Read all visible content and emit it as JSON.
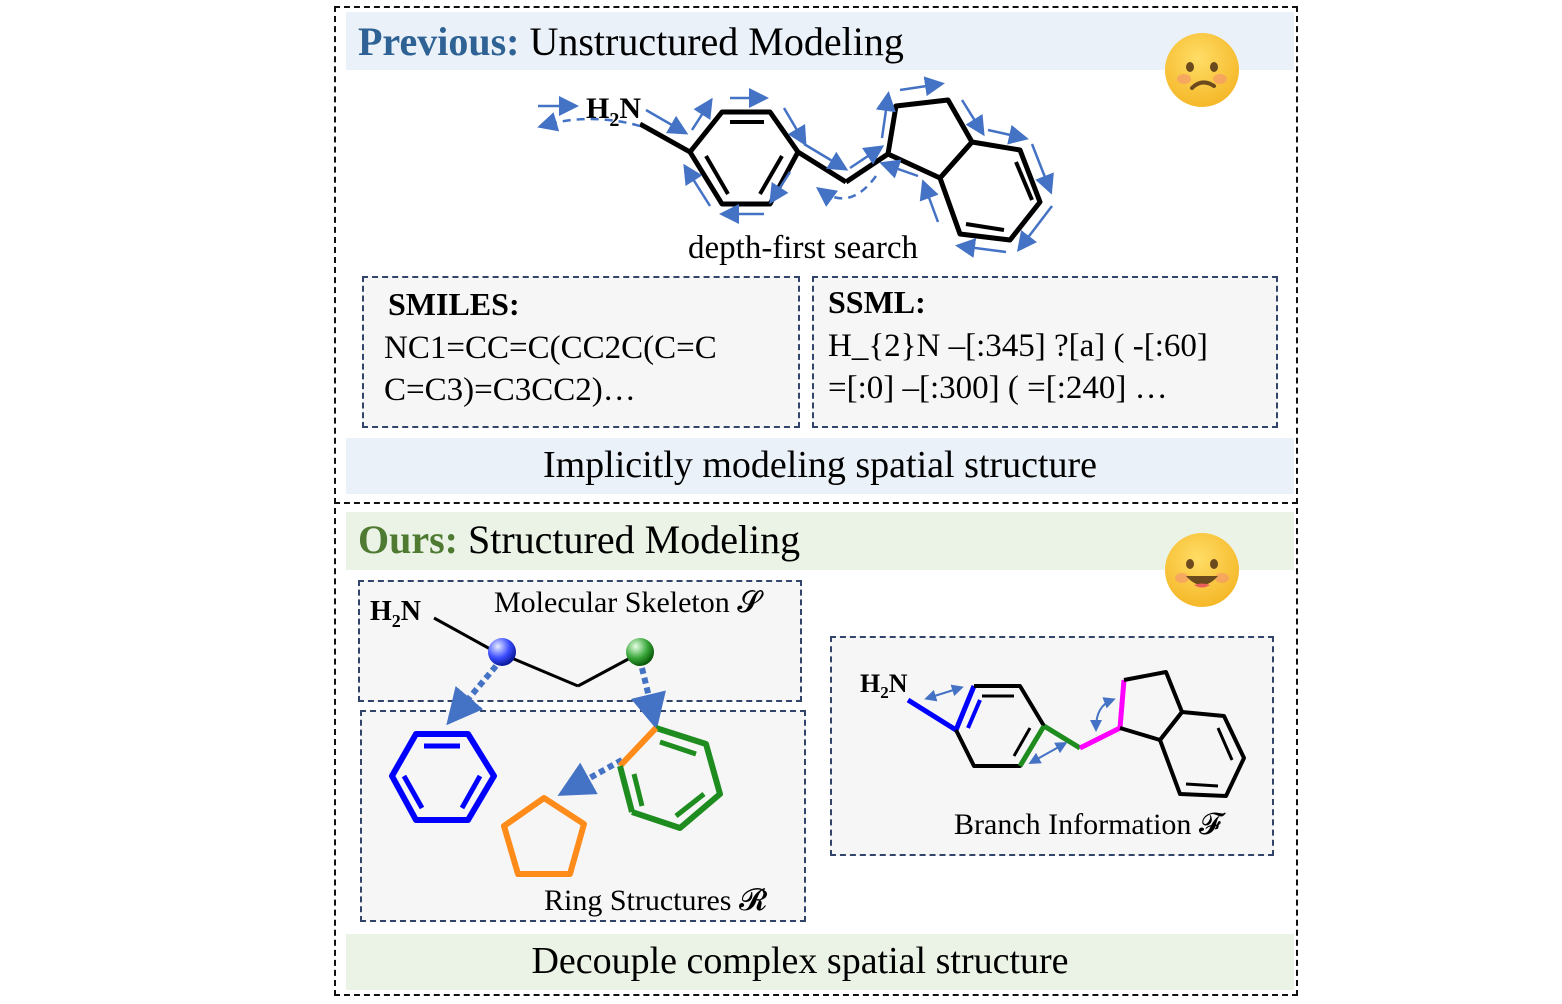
{
  "previous": {
    "header_bold": "Previous:",
    "header_rest": " Unstructured Modeling",
    "dfs_label": "depth-first search",
    "smiles": {
      "title": "SMILES:",
      "line1": "NC1=CC=C(CC2C(C=C",
      "line2": "C=C3)=C3CC2)…"
    },
    "ssml": {
      "title": "SSML:",
      "line1": "H_{2}N –[:345] ?[a] ( -[:60]",
      "line2": "=[:0] –[:300] ( =[:240]  …"
    },
    "footer": "Implicitly modeling spatial structure",
    "emoji": "confused-face-icon"
  },
  "ours": {
    "header_bold": "Ours:",
    "header_rest": " Structured Modeling",
    "skeleton_label": "Molecular Skeleton 𝓢",
    "ring_label": "Ring Structures 𝓡",
    "branch_label": "Branch Information 𝓕",
    "footer": "Decouple complex spatial structure",
    "emoji": "smiling-face-icon"
  },
  "amine": "H₂N",
  "colors": {
    "previous_accent": "#2e6294",
    "ours_accent": "#4e7a32",
    "arrow_blue": "#4472c4",
    "ring_blue": "#0000ff",
    "ring_green": "#1e8c1e",
    "ring_orange": "#ff8c1a",
    "branch_magenta": "#ff00ff"
  }
}
